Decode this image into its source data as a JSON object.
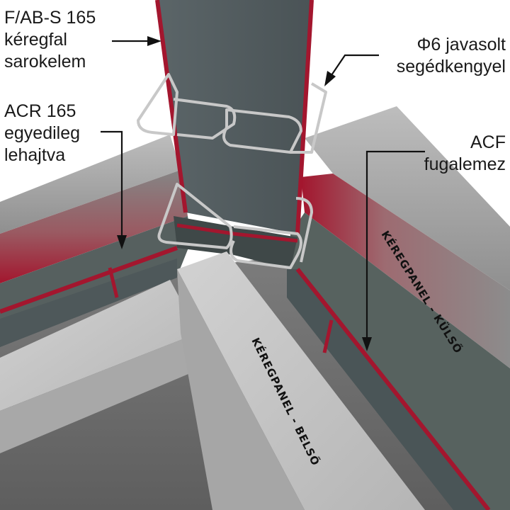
{
  "labels": {
    "corner_element": [
      "F/AB-S 165",
      "kéregfal",
      "sarokelem"
    ],
    "stirrup": [
      "Φ6 javasolt",
      "segédkengyel"
    ],
    "acr": [
      "ACR 165",
      "egyedileg",
      "lehajtva"
    ],
    "acf": [
      "ACF",
      "fugalemez"
    ]
  },
  "panels": {
    "outer": "KÉREGPANEL - KÜLSŐ",
    "inner": "KÉREGPANEL - BELSŐ"
  },
  "colors": {
    "accent_red": "#a3162e",
    "concrete_light": "#c9c9c9",
    "concrete_mid": "#9a9a9a",
    "steel_dark": "#4f5a5e",
    "floor": "#6f6f6f"
  }
}
